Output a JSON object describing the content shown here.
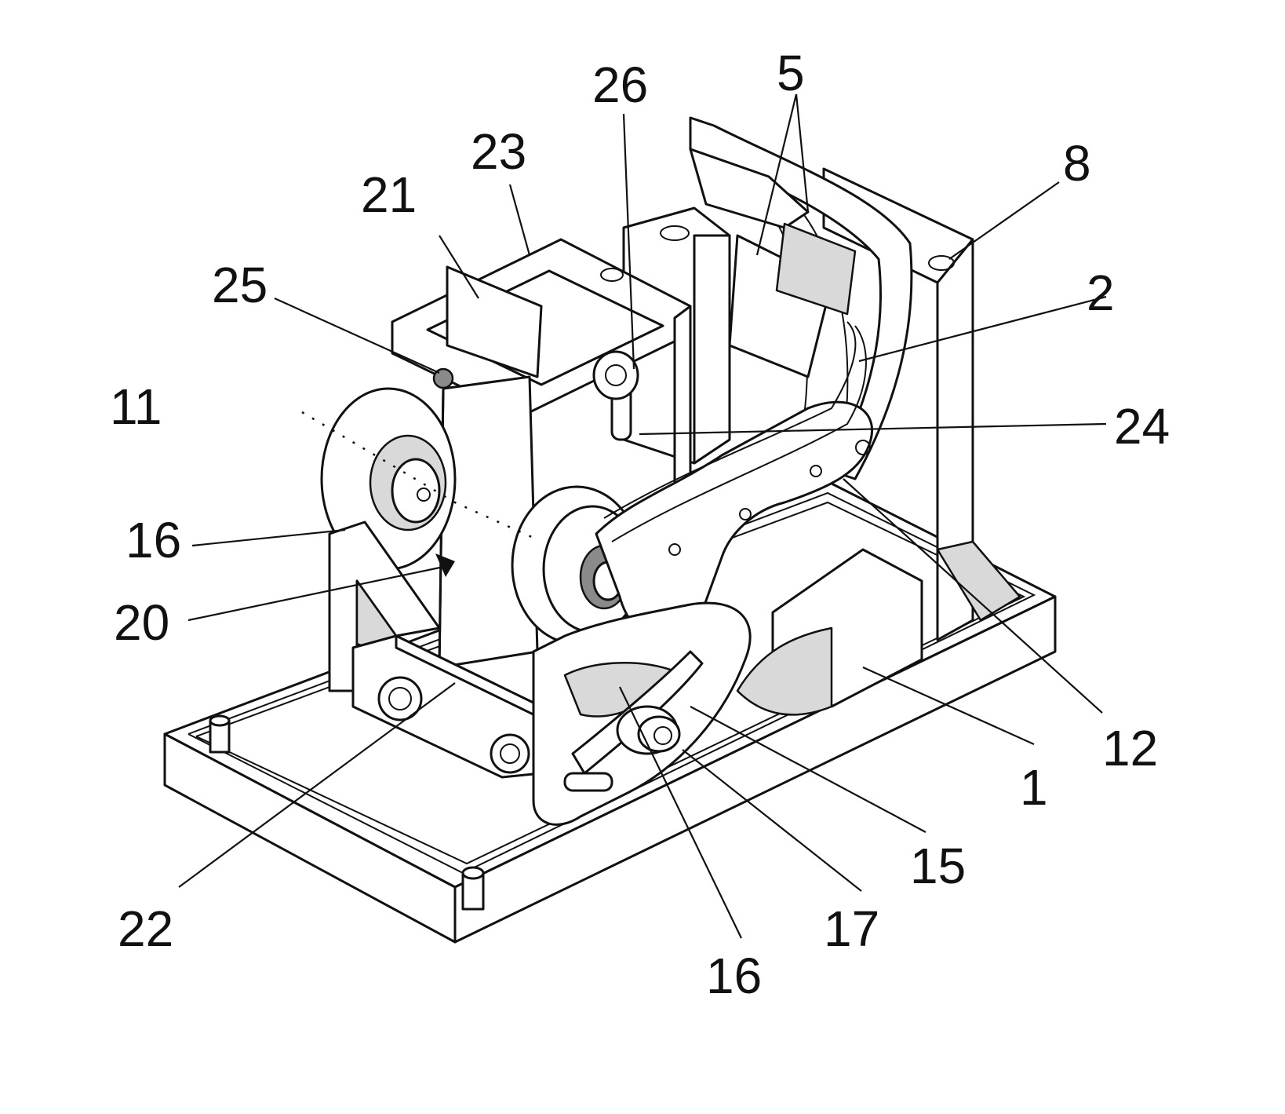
{
  "figure": {
    "labels": [
      {
        "id": "26",
        "text": "26"
      },
      {
        "id": "5",
        "text": "5"
      },
      {
        "id": "23",
        "text": "23"
      },
      {
        "id": "8",
        "text": "8"
      },
      {
        "id": "21",
        "text": "21"
      },
      {
        "id": "25",
        "text": "25"
      },
      {
        "id": "2",
        "text": "2"
      },
      {
        "id": "11",
        "text": "11"
      },
      {
        "id": "24",
        "text": "24"
      },
      {
        "id": "16a",
        "text": "16"
      },
      {
        "id": "20",
        "text": "20"
      },
      {
        "id": "12",
        "text": "12"
      },
      {
        "id": "1",
        "text": "1"
      },
      {
        "id": "15",
        "text": "15"
      },
      {
        "id": "22",
        "text": "22"
      },
      {
        "id": "17",
        "text": "17"
      },
      {
        "id": "16b",
        "text": "16"
      }
    ]
  }
}
